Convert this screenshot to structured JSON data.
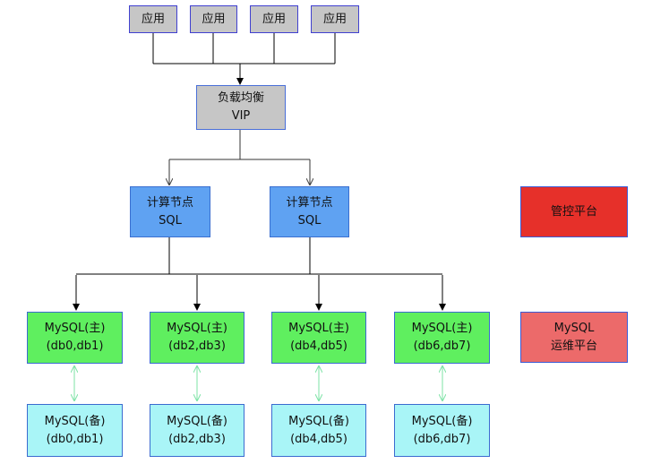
{
  "apps": [
    "应用",
    "应用",
    "应用",
    "应用"
  ],
  "load_balancer": {
    "line1": "负载均衡",
    "line2": "VIP"
  },
  "compute_nodes": [
    {
      "line1": "计算节点",
      "line2": "SQL"
    },
    {
      "line1": "计算节点",
      "line2": "SQL"
    }
  ],
  "masters": [
    {
      "line1": "MySQL(主)",
      "line2": "(db0,db1)"
    },
    {
      "line1": "MySQL(主)",
      "line2": "(db2,db3)"
    },
    {
      "line1": "MySQL(主)",
      "line2": "(db4,db5)"
    },
    {
      "line1": "MySQL(主)",
      "line2": "(db6,db7)"
    }
  ],
  "slaves": [
    {
      "line1": "MySQL(备)",
      "line2": "(db0,db1)"
    },
    {
      "line1": "MySQL(备)",
      "line2": "(db2,db3)"
    },
    {
      "line1": "MySQL(备)",
      "line2": "(db4,db5)"
    },
    {
      "line1": "MySQL(备)",
      "line2": "(db6,db7)"
    }
  ],
  "control_platform": {
    "label": "管控平台"
  },
  "ops_platform": {
    "line1": "MySQL",
    "line2": "运维平台"
  },
  "colors": {
    "app": "#c6c6c6",
    "compute": "#5fa2f2",
    "master": "#5fef5f",
    "slave": "#a9f5f7",
    "control": "#e6302a",
    "ops": "#ec6a6a",
    "replication_line": "#7de3a6"
  }
}
